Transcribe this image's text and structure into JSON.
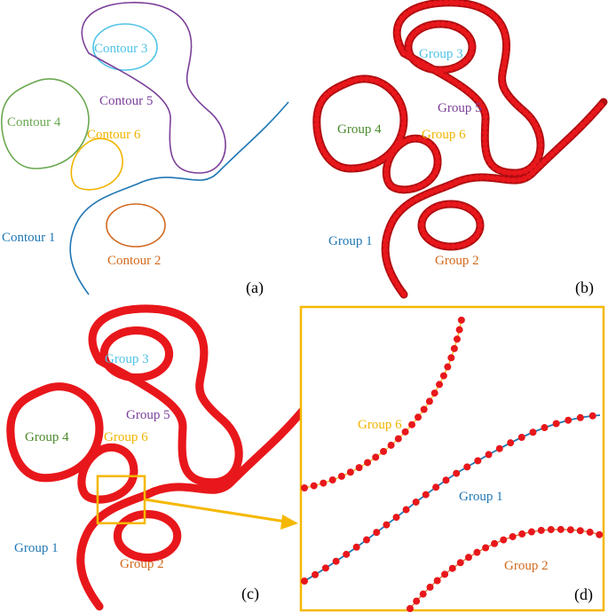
{
  "panels": {
    "a": {
      "tag": "(a)",
      "labels": {
        "c3": "Contour 3",
        "c5": "Contour 5",
        "c4": "Contour 4",
        "c6": "Contour 6",
        "c1": "Contour 1",
        "c2": "Contour 2"
      }
    },
    "b": {
      "tag": "(b)",
      "labels": {
        "g3": "Group 3",
        "g5": "Group 5",
        "g4": "Group 4",
        "g6": "Group 6",
        "g1": "Group 1",
        "g2": "Group 2"
      }
    },
    "c": {
      "tag": "(c)",
      "labels": {
        "g3": "Group 3",
        "g5": "Group 5",
        "g4": "Group 4",
        "g6": "Group 6",
        "g1": "Group 1",
        "g2": "Group 2"
      }
    },
    "d": {
      "tag": "(d)",
      "labels": {
        "g6": "Group 6",
        "g1": "Group 1",
        "g2": "Group 2"
      }
    }
  },
  "colors": {
    "contour1": "#1f77b4",
    "contour2": "#d2691e",
    "contour3": "#4fc3e8",
    "contour4": "#6aa84f",
    "contour5": "#7b3f99",
    "contour6": "#f0b400",
    "group_fill": "#e8171b",
    "highlight": "#f5b800"
  }
}
